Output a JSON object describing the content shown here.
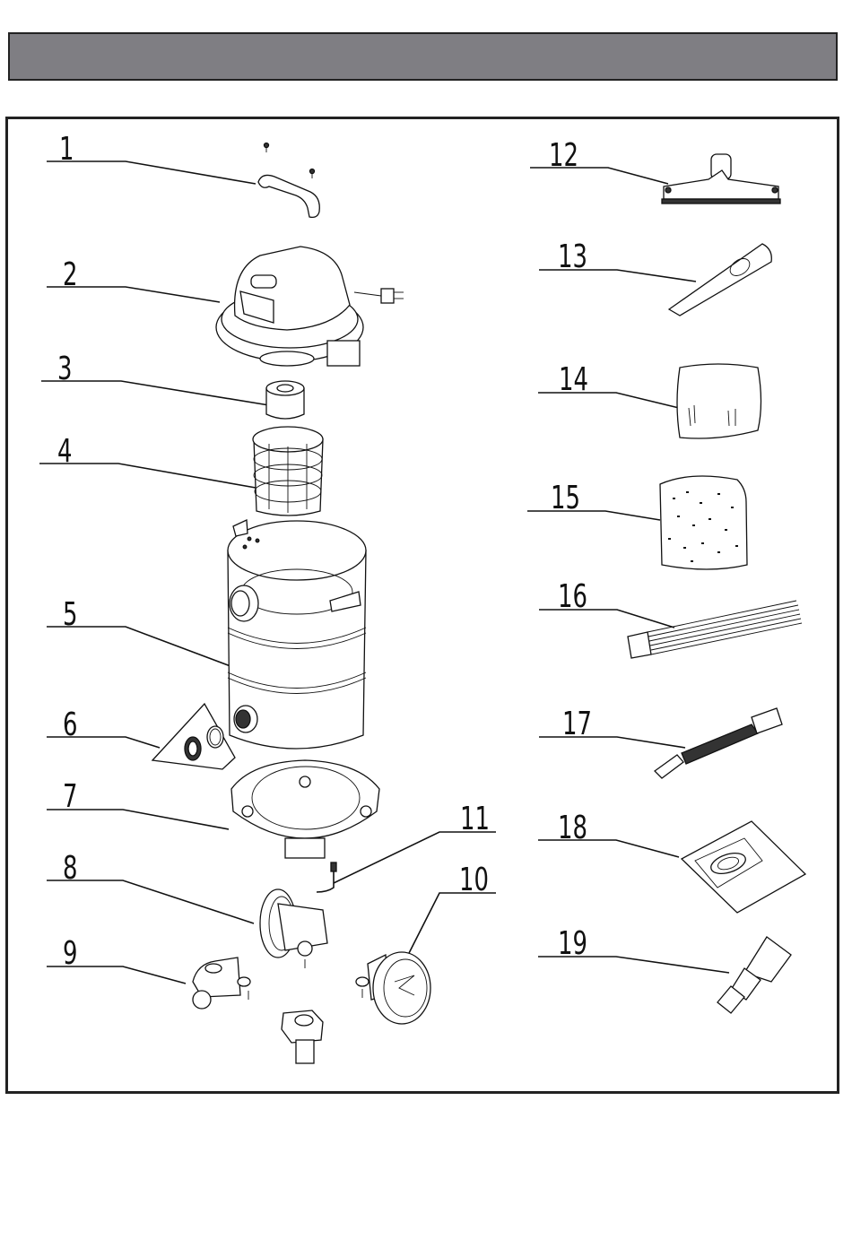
{
  "header": {
    "title": "",
    "color": "#7f7e83"
  },
  "diagram": {
    "title": "Exploded parts view",
    "callouts": [
      {
        "number": "1",
        "part": "handle"
      },
      {
        "number": "2",
        "part": "motor-head"
      },
      {
        "number": "3",
        "part": "float-cage-filter"
      },
      {
        "number": "4",
        "part": "filter-cage"
      },
      {
        "number": "5",
        "part": "tank"
      },
      {
        "number": "6",
        "part": "drain-plug-set"
      },
      {
        "number": "7",
        "part": "base-ring"
      },
      {
        "number": "8",
        "part": "wheel-assembly"
      },
      {
        "number": "9",
        "part": "caster"
      },
      {
        "number": "10",
        "part": "rear-wheel"
      },
      {
        "number": "11",
        "part": "axle-pin"
      },
      {
        "number": "12",
        "part": "floor-nozzle"
      },
      {
        "number": "13",
        "part": "crevice-tool"
      },
      {
        "number": "14",
        "part": "cloth-filter-bag"
      },
      {
        "number": "15",
        "part": "foam-filter"
      },
      {
        "number": "16",
        "part": "extension-tubes"
      },
      {
        "number": "17",
        "part": "hose"
      },
      {
        "number": "18",
        "part": "dust-bag"
      },
      {
        "number": "19",
        "part": "adapter"
      }
    ]
  }
}
